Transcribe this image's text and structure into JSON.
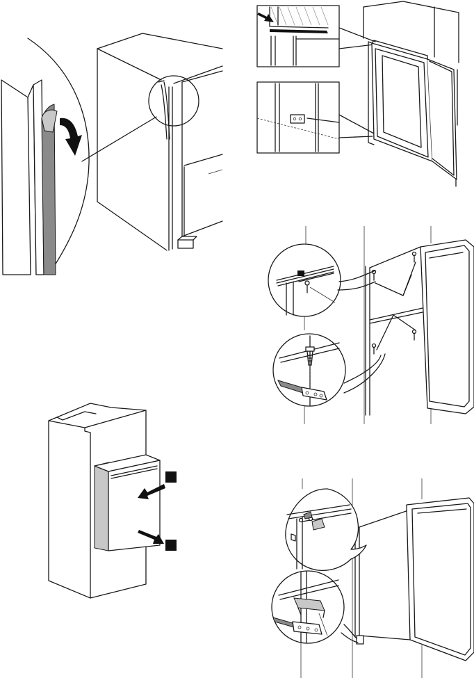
{
  "document": {
    "type": "installation-manual-illustrations",
    "figures": [
      {
        "id": "fig-seal-peel",
        "description_icon": "curved-arrow-icon"
      },
      {
        "id": "fig-door-align-detail",
        "description_icon": "arrow-icon"
      },
      {
        "id": "fig-door-screws",
        "description_icon": "screw-icon"
      },
      {
        "id": "fig-push-appliance",
        "description_icon": "arrow-icon"
      },
      {
        "id": "fig-hinge-cover",
        "description_icon": "cover-cap-icon"
      }
    ]
  }
}
